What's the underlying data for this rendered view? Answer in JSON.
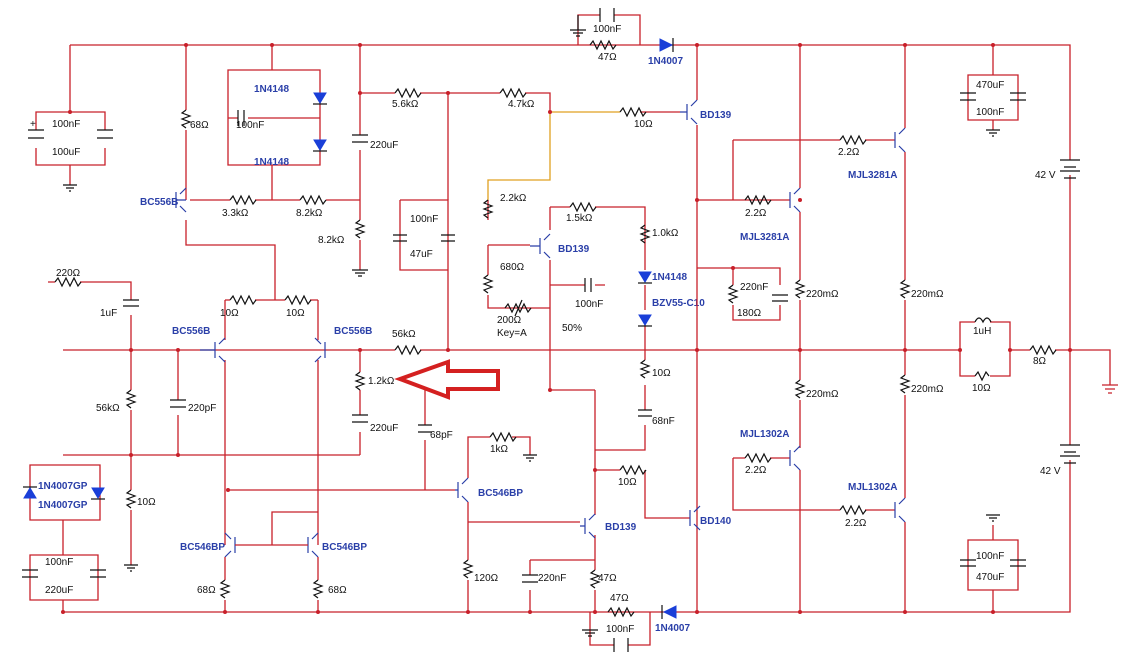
{
  "labels": {
    "c100nF_top": "100nF",
    "r47_top": "47Ω",
    "d1n4007_top": "1N4007",
    "c470_tr": "470uF",
    "c100_tr": "100nF",
    "c100_tl": "100nF",
    "c100u_tl": "100uF",
    "r68_tl": "68Ω",
    "c100_sq": "100nF",
    "d4148_a": "1N4148",
    "d4148_b": "1N4148",
    "r56k": "5.6kΩ",
    "r47k": "4.7kΩ",
    "r10_bd": "10Ω",
    "bd139_a": "BD139",
    "c220u_a": "220uF",
    "bc556b_a": "BC556B",
    "r33k": "3.3kΩ",
    "r82k_a": "8.2kΩ",
    "r82k_b": "8.2kΩ",
    "c100_mid": "100nF",
    "c47u": "47uF",
    "r22k": "2.2kΩ",
    "r15k": "1.5kΩ",
    "bd139_b": "BD139",
    "r1k": "1.0kΩ",
    "d4148_c": "1N4148",
    "r680": "680Ω",
    "r200": "200Ω",
    "key": "Key=A",
    "c100_pot": "100nF",
    "pct": "50%",
    "zener": "BZV55-C10",
    "r22_a": "2.2Ω",
    "mjl3281_a": "MJL3281A",
    "r22_b": "2.2Ω",
    "mjl3281_b": "MJL3281A",
    "c220n_a": "220nF",
    "r180": "180Ω",
    "r220m_a": "220mΩ",
    "r220m_b": "220mΩ",
    "v42_a": "42 V",
    "v42_b": "42 V",
    "r220_in": "220Ω",
    "c1u": "1uF",
    "bc556b_b": "BC556B",
    "bc556b_c": "BC556B",
    "r10_a": "10Ω",
    "r10_b": "10Ω",
    "r56k_b": "56kΩ",
    "r12k": "1.2kΩ",
    "l1u": "1uH",
    "r8": "8Ω",
    "r10_out": "10Ω",
    "r56k_c": "56kΩ",
    "c220p": "220pF",
    "c220u_b": "220uF",
    "c68p": "68pF",
    "r1k_b": "1kΩ",
    "bc546bp_a": "BC546BP",
    "r10_c": "10Ω",
    "c68n": "68nF",
    "r10_d": "10Ω",
    "mjl1302_a": "MJL1302A",
    "r22_c": "2.2Ω",
    "r220m_c": "220mΩ",
    "r220m_d": "220mΩ",
    "mjl1302_b": "MJL1302A",
    "r22_d": "2.2Ω",
    "d4007gp_a": "1N4007GP",
    "d4007gp_b": "1N4007GP",
    "r10_e": "10Ω",
    "bd139_c": "BD139",
    "bd140": "BD140",
    "c100_bl": "100nF",
    "c220u_bl": "220uF",
    "bc546bp_b": "BC546BP",
    "bc546bp_c": "BC546BP",
    "r68_a": "68Ω",
    "r68_b": "68Ω",
    "r120": "120Ω",
    "c220n_b": "220nF",
    "r47_b": "47Ω",
    "r47_c": "47Ω",
    "c100_bot": "100nF",
    "d1n4007_bot": "1N4007",
    "c100_br": "100nF",
    "c470_br": "470uF"
  },
  "colors": {
    "wire": "#c8202a",
    "wire_alt": "#e0a020",
    "label": "#2a3fa8",
    "arrow": "#d42020"
  }
}
